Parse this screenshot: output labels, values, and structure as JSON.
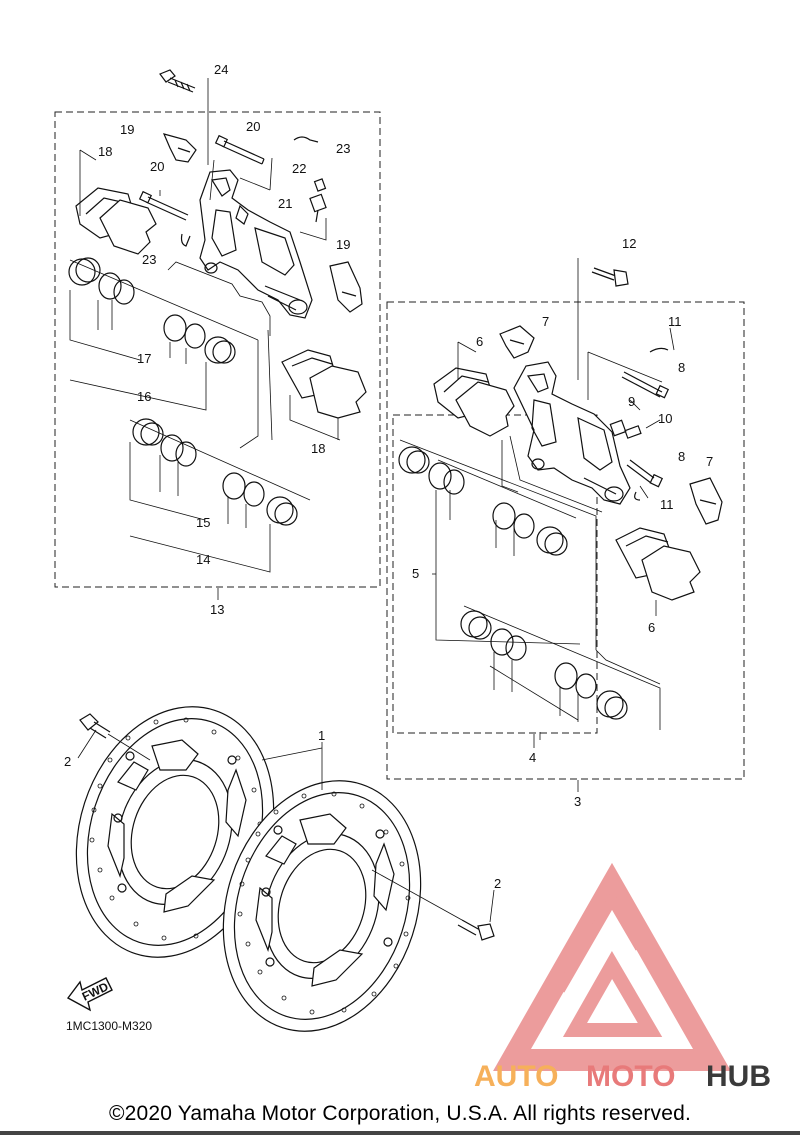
{
  "diagram_code": "1MC1300-M320",
  "fwd_label": "FWD",
  "copyright": "©2020 Yamaha Motor Corporation, U.S.A. All rights reserved.",
  "watermark": {
    "brand_a": "AUTO",
    "brand_b": "MOTO",
    "brand_c": "HUB",
    "color_a": "#f6b05a",
    "color_b": "#e87a7a",
    "color_c": "#3a3a3a"
  },
  "callouts": {
    "c1": "1",
    "c2a": "2",
    "c2b": "2",
    "c3": "3",
    "c4": "4",
    "c5": "5",
    "c6a": "6",
    "c6b": "6",
    "c7a": "7",
    "c7b": "7",
    "c8a": "8",
    "c8b": "8",
    "c9": "9",
    "c10": "10",
    "c11a": "11",
    "c11b": "11",
    "c12": "12",
    "c13": "13",
    "c14": "14",
    "c15": "15",
    "c16": "16",
    "c17": "17",
    "c18a": "18",
    "c18b": "18",
    "c19a": "19",
    "c19b": "19",
    "c20a": "20",
    "c20b": "20",
    "c21": "21",
    "c22": "22",
    "c23a": "23",
    "c23b": "23",
    "c24": "24"
  }
}
